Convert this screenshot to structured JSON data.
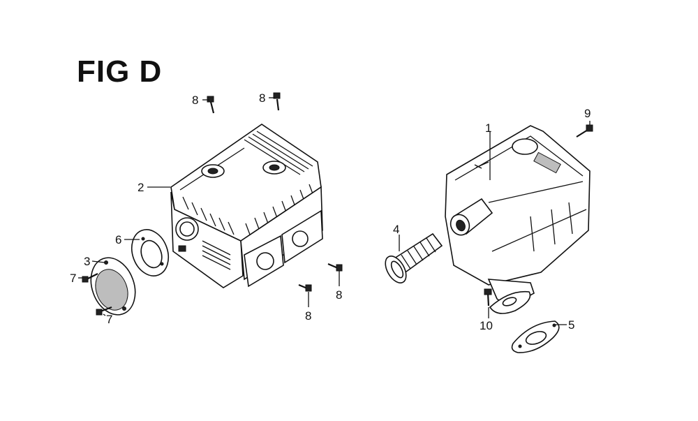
{
  "figure": {
    "title": "FIG D"
  },
  "callouts": [
    {
      "id": "c8a",
      "label": "8"
    },
    {
      "id": "c8b",
      "label": "8"
    },
    {
      "id": "c2",
      "label": "2"
    },
    {
      "id": "c6",
      "label": "6"
    },
    {
      "id": "c3",
      "label": "3"
    },
    {
      "id": "c7a",
      "label": "7"
    },
    {
      "id": "c7b",
      "label": "7"
    },
    {
      "id": "c8c",
      "label": "8"
    },
    {
      "id": "c8d",
      "label": "8"
    },
    {
      "id": "c1",
      "label": "1"
    },
    {
      "id": "c9",
      "label": "9"
    },
    {
      "id": "c4",
      "label": "4"
    },
    {
      "id": "c10",
      "label": "10"
    },
    {
      "id": "c5",
      "label": "5"
    }
  ]
}
